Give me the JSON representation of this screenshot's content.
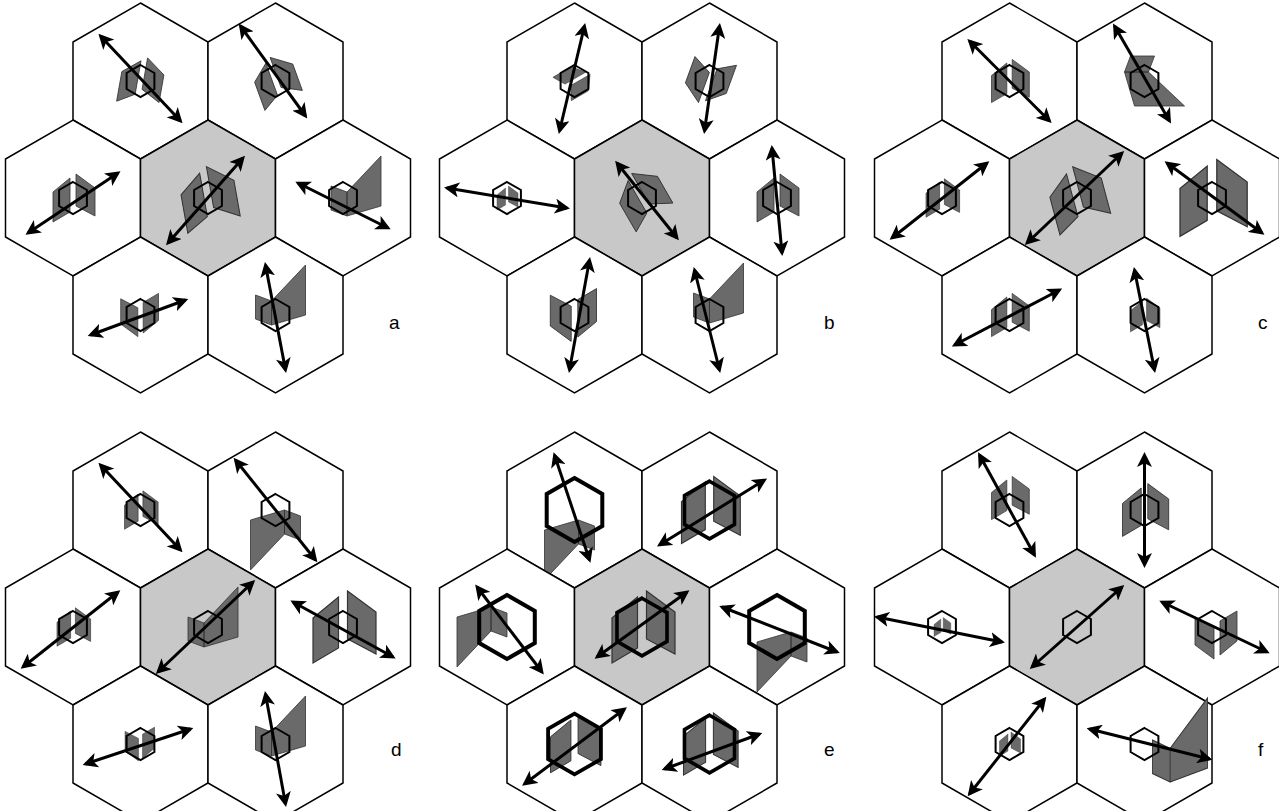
{
  "diagram": {
    "labels": [
      "a",
      "b",
      "c",
      "d",
      "e",
      "f"
    ]
  }
}
